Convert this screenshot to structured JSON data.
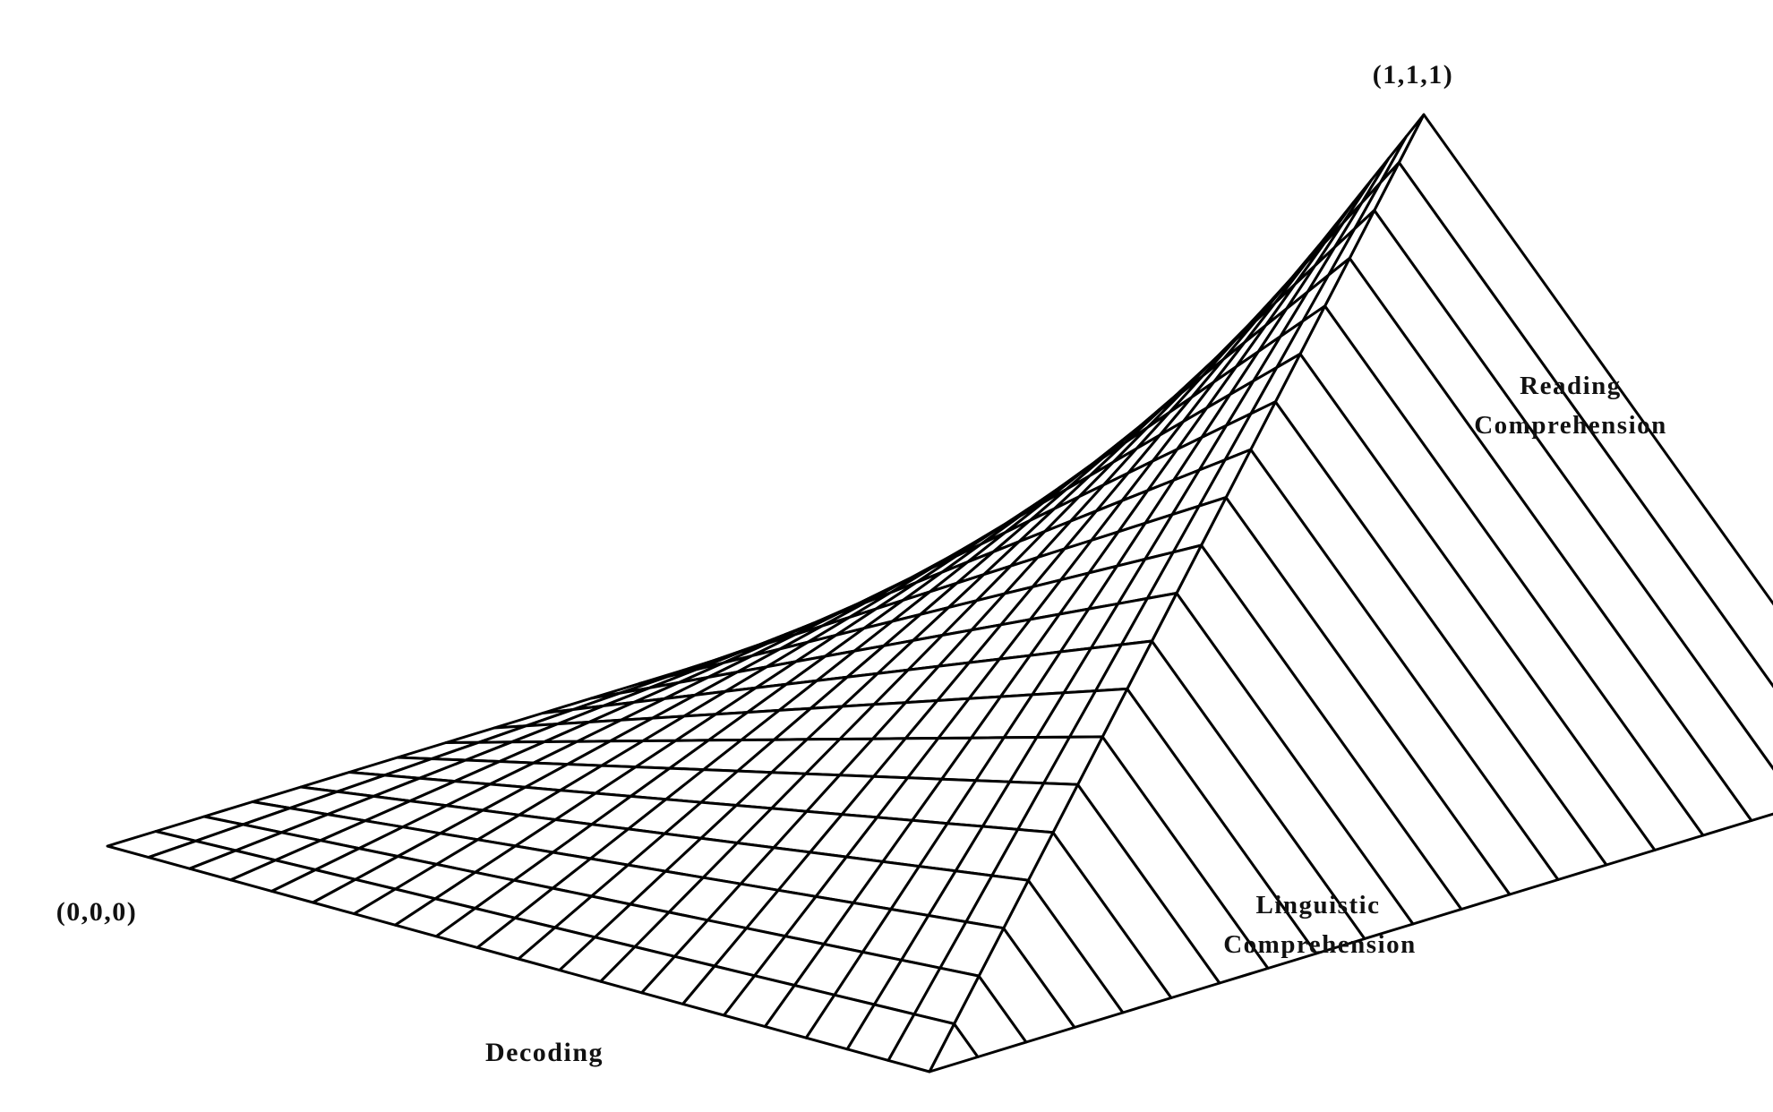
{
  "labels": {
    "origin": "(0,0,0)",
    "apex": "(1,1,1)",
    "x_axis": "Decoding",
    "y_axis_line1": "Linguistic",
    "y_axis_line2": "Comprehension",
    "z_axis_line1": "Reading",
    "z_axis_line2": "Comprehension"
  },
  "chart_data": {
    "type": "surface",
    "function": "z = x * y",
    "x_name": "Decoding",
    "y_name": "Linguistic Comprehension",
    "z_name": "Reading Comprehension",
    "xlim": [
      0,
      1
    ],
    "ylim": [
      0,
      1
    ],
    "zlim": [
      0,
      1
    ],
    "grid_lines_per_axis": 21,
    "corners": [
      {
        "label": "(0,0,0)",
        "x": 0,
        "y": 0,
        "z": 0
      },
      {
        "label": "(1,1,1)",
        "x": 1,
        "y": 1,
        "z": 1
      }
    ],
    "colors": {
      "line": "#000000",
      "face": "#ffffff"
    }
  }
}
